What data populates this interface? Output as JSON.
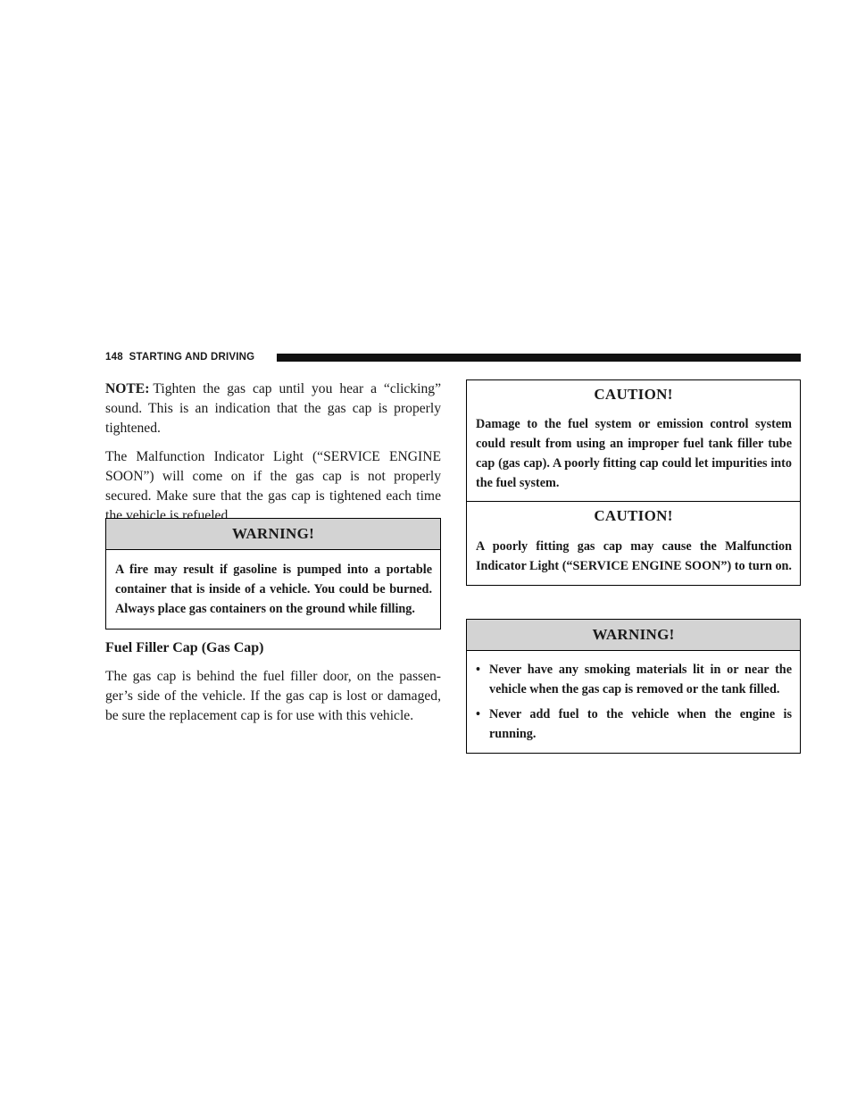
{
  "header": {
    "page_number": "148",
    "section": "STARTING AND DRIVING"
  },
  "left": {
    "note_label": "NOTE:",
    "note_text": "Tighten the gas cap until you hear a “clicking” sound. This is an indication that the gas cap is properly tightened.",
    "para_mil": "The Malfunction Indicator Light (“SERVICE ENGINE SOON”) will come on if the gas cap is not properly secured. Make sure that the gas cap is tightened each time the vehicle is refueled.",
    "warning": {
      "title": "WARNING!",
      "body": "A fire may result if gasoline is pumped into a portable container that is inside of a vehicle. You could be burned. Always place gas containers on the ground while filling."
    },
    "subheading": "Fuel Filler Cap (Gas Cap)",
    "para_cap": "The gas cap is behind the fuel filler door, on the passen-ger’s side of the vehicle. If the gas cap is lost or damaged, be sure the replacement cap is for use with this vehicle."
  },
  "right": {
    "caution1": {
      "title": "CAUTION!",
      "body": "Damage to the fuel system or emission control system could result from using an improper fuel tank filler tube cap (gas cap). A poorly fitting cap could let impurities into the fuel system."
    },
    "caution2": {
      "title": "CAUTION!",
      "body": "A poorly fitting gas cap may cause the Malfunction Indicator Light (“SERVICE ENGINE SOON”) to turn on."
    },
    "warning": {
      "title": "WARNING!",
      "bullet": "•",
      "items": [
        "Never have any smoking materials lit in or near the vehicle when the gas cap is removed or the tank filled.",
        "Never add fuel to the vehicle when the engine is running."
      ]
    }
  }
}
